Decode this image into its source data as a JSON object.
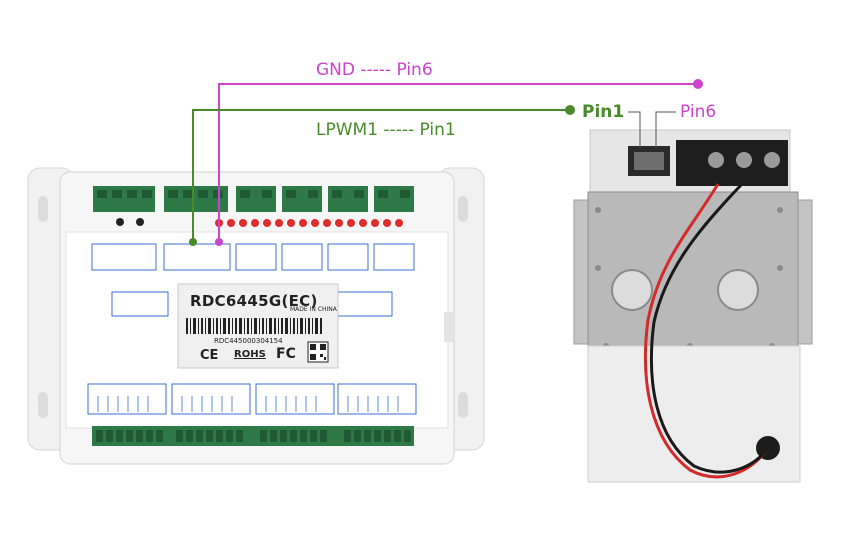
{
  "connections": {
    "gnd": {
      "label": "GND ----- Pin6",
      "color": "#cc44cc"
    },
    "lpwm": {
      "label": "LPWM1 ----- Pin1",
      "color": "#4a8a2a"
    }
  },
  "power_supply": {
    "pin1_label": "Pin1",
    "pin6_label": "Pin6"
  },
  "controller": {
    "model": "RDC6445G(EC)",
    "made_in": "MADE IN CHINA",
    "serial": "RDC445000304154",
    "cert_ce": "CE",
    "cert_rohs": "ROHS",
    "cert_fc": "FC"
  },
  "colors": {
    "board_body": "#f3f3f3",
    "terminal_green": "#2e7a46",
    "pin_blue": "#3a6fd0",
    "led_red": "#e02b2b"
  }
}
